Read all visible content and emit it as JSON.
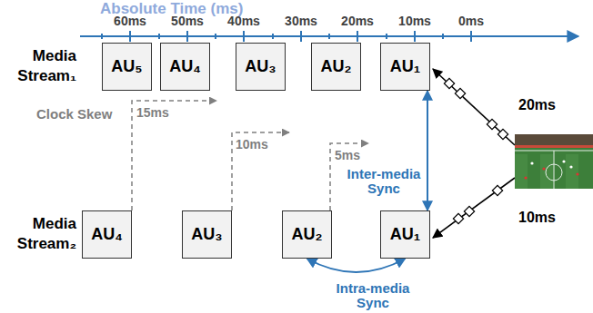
{
  "diagram": {
    "title": "Absolute Time (ms)",
    "nodes": [
      {
        "text": [
          "AU₅"
        ]
      },
      {
        "text": [
          "AU₄"
        ]
      },
      {
        "text": [
          "AU₃"
        ]
      },
      {
        "text": [
          "AU₂"
        ]
      },
      {
        "text": [
          "AU₁"
        ]
      },
      {
        "text": [
          "AU₄"
        ]
      },
      {
        "text": [
          "AU₃"
        ]
      },
      {
        "text": [
          "AU₂"
        ]
      },
      {
        "text": [
          "AU₁"
        ]
      }
    ],
    "edges": [
      {
        "from": 4,
        "to": 8,
        "label": "Inter-media Sync",
        "arrow": "both"
      },
      {
        "from": 7,
        "to": 8,
        "label": "Intra-media Sync",
        "arrow": "both"
      }
    ],
    "labels": [
      "60ms",
      "50ms",
      "40ms",
      "30ms",
      "20ms",
      "10ms",
      "0ms",
      "Media Stream₁",
      "Media Stream₂",
      "Clock Skew",
      "15ms",
      "10ms",
      "5ms",
      "20ms",
      "10ms"
    ]
  }
}
